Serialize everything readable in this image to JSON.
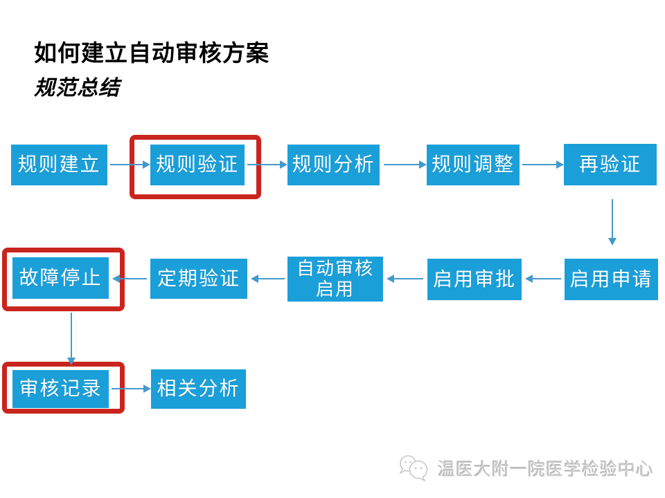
{
  "title": "如何建立自动审核方案",
  "subtitle": "规范总结",
  "flow": {
    "row1": [
      {
        "id": "rule-establish",
        "label": "规则建立",
        "highlighted": false
      },
      {
        "id": "rule-verify",
        "label": "规则验证",
        "highlighted": true
      },
      {
        "id": "rule-analyze",
        "label": "规则分析",
        "highlighted": false
      },
      {
        "id": "rule-adjust",
        "label": "规则调整",
        "highlighted": false
      },
      {
        "id": "reverify",
        "label": "再验证",
        "highlighted": false
      }
    ],
    "row2": [
      {
        "id": "fault-stop",
        "label": "故障停止",
        "highlighted": true
      },
      {
        "id": "periodic-verify",
        "label": "定期验证",
        "highlighted": false
      },
      {
        "id": "auto-audit-enable",
        "label": "自动审核\n启用",
        "highlighted": false
      },
      {
        "id": "enable-approval",
        "label": "启用审批",
        "highlighted": false
      },
      {
        "id": "enable-apply",
        "label": "启用申请",
        "highlighted": false
      }
    ],
    "row3": [
      {
        "id": "audit-record",
        "label": "审核记录",
        "highlighted": true
      },
      {
        "id": "related-analysis",
        "label": "相关分析",
        "highlighted": false
      }
    ]
  },
  "footer": {
    "text": "温医大附一院医学检验中心",
    "icon": "chat-bubbles-icon"
  },
  "colors": {
    "node_blue": "#1b9fd9",
    "highlight_red": "#c9241e",
    "arrow_blue": "#4499cc",
    "footer_gray": "#c8c8c8"
  }
}
